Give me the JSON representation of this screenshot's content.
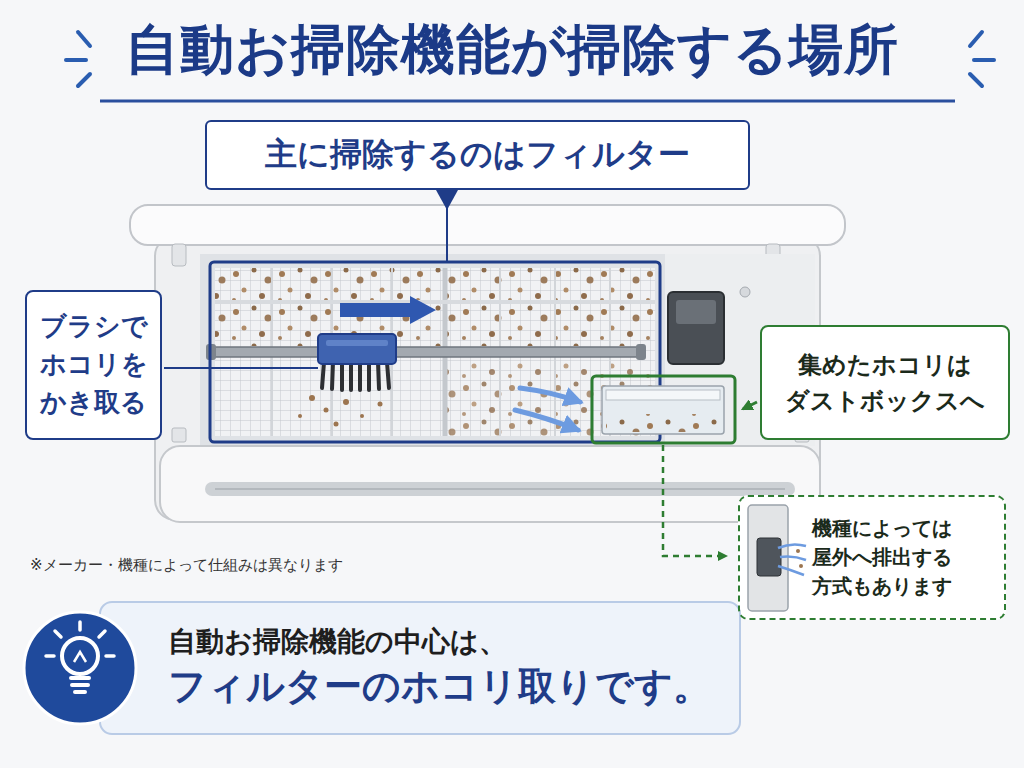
{
  "diagram": {
    "title": "自動お掃除機能が掃除する場所",
    "nodes": [
      {
        "text": [
          "主に掃除するのはフィルター"
        ]
      },
      {
        "text": [
          "ブラシで ホコリを かき取る"
        ]
      },
      {
        "text": [
          "集めたホコリは ダストボックスへ"
        ]
      },
      {
        "text": [
          "機種によっては 屋外へ排出する 方式もあります"
        ]
      },
      {
        "text": [
          "自動お掃除機能の中心は、",
          "フィルターのホコリ取りです。"
        ]
      }
    ],
    "labels": [
      "※メーカー・機種によって仕組みは異なります"
    ]
  }
}
